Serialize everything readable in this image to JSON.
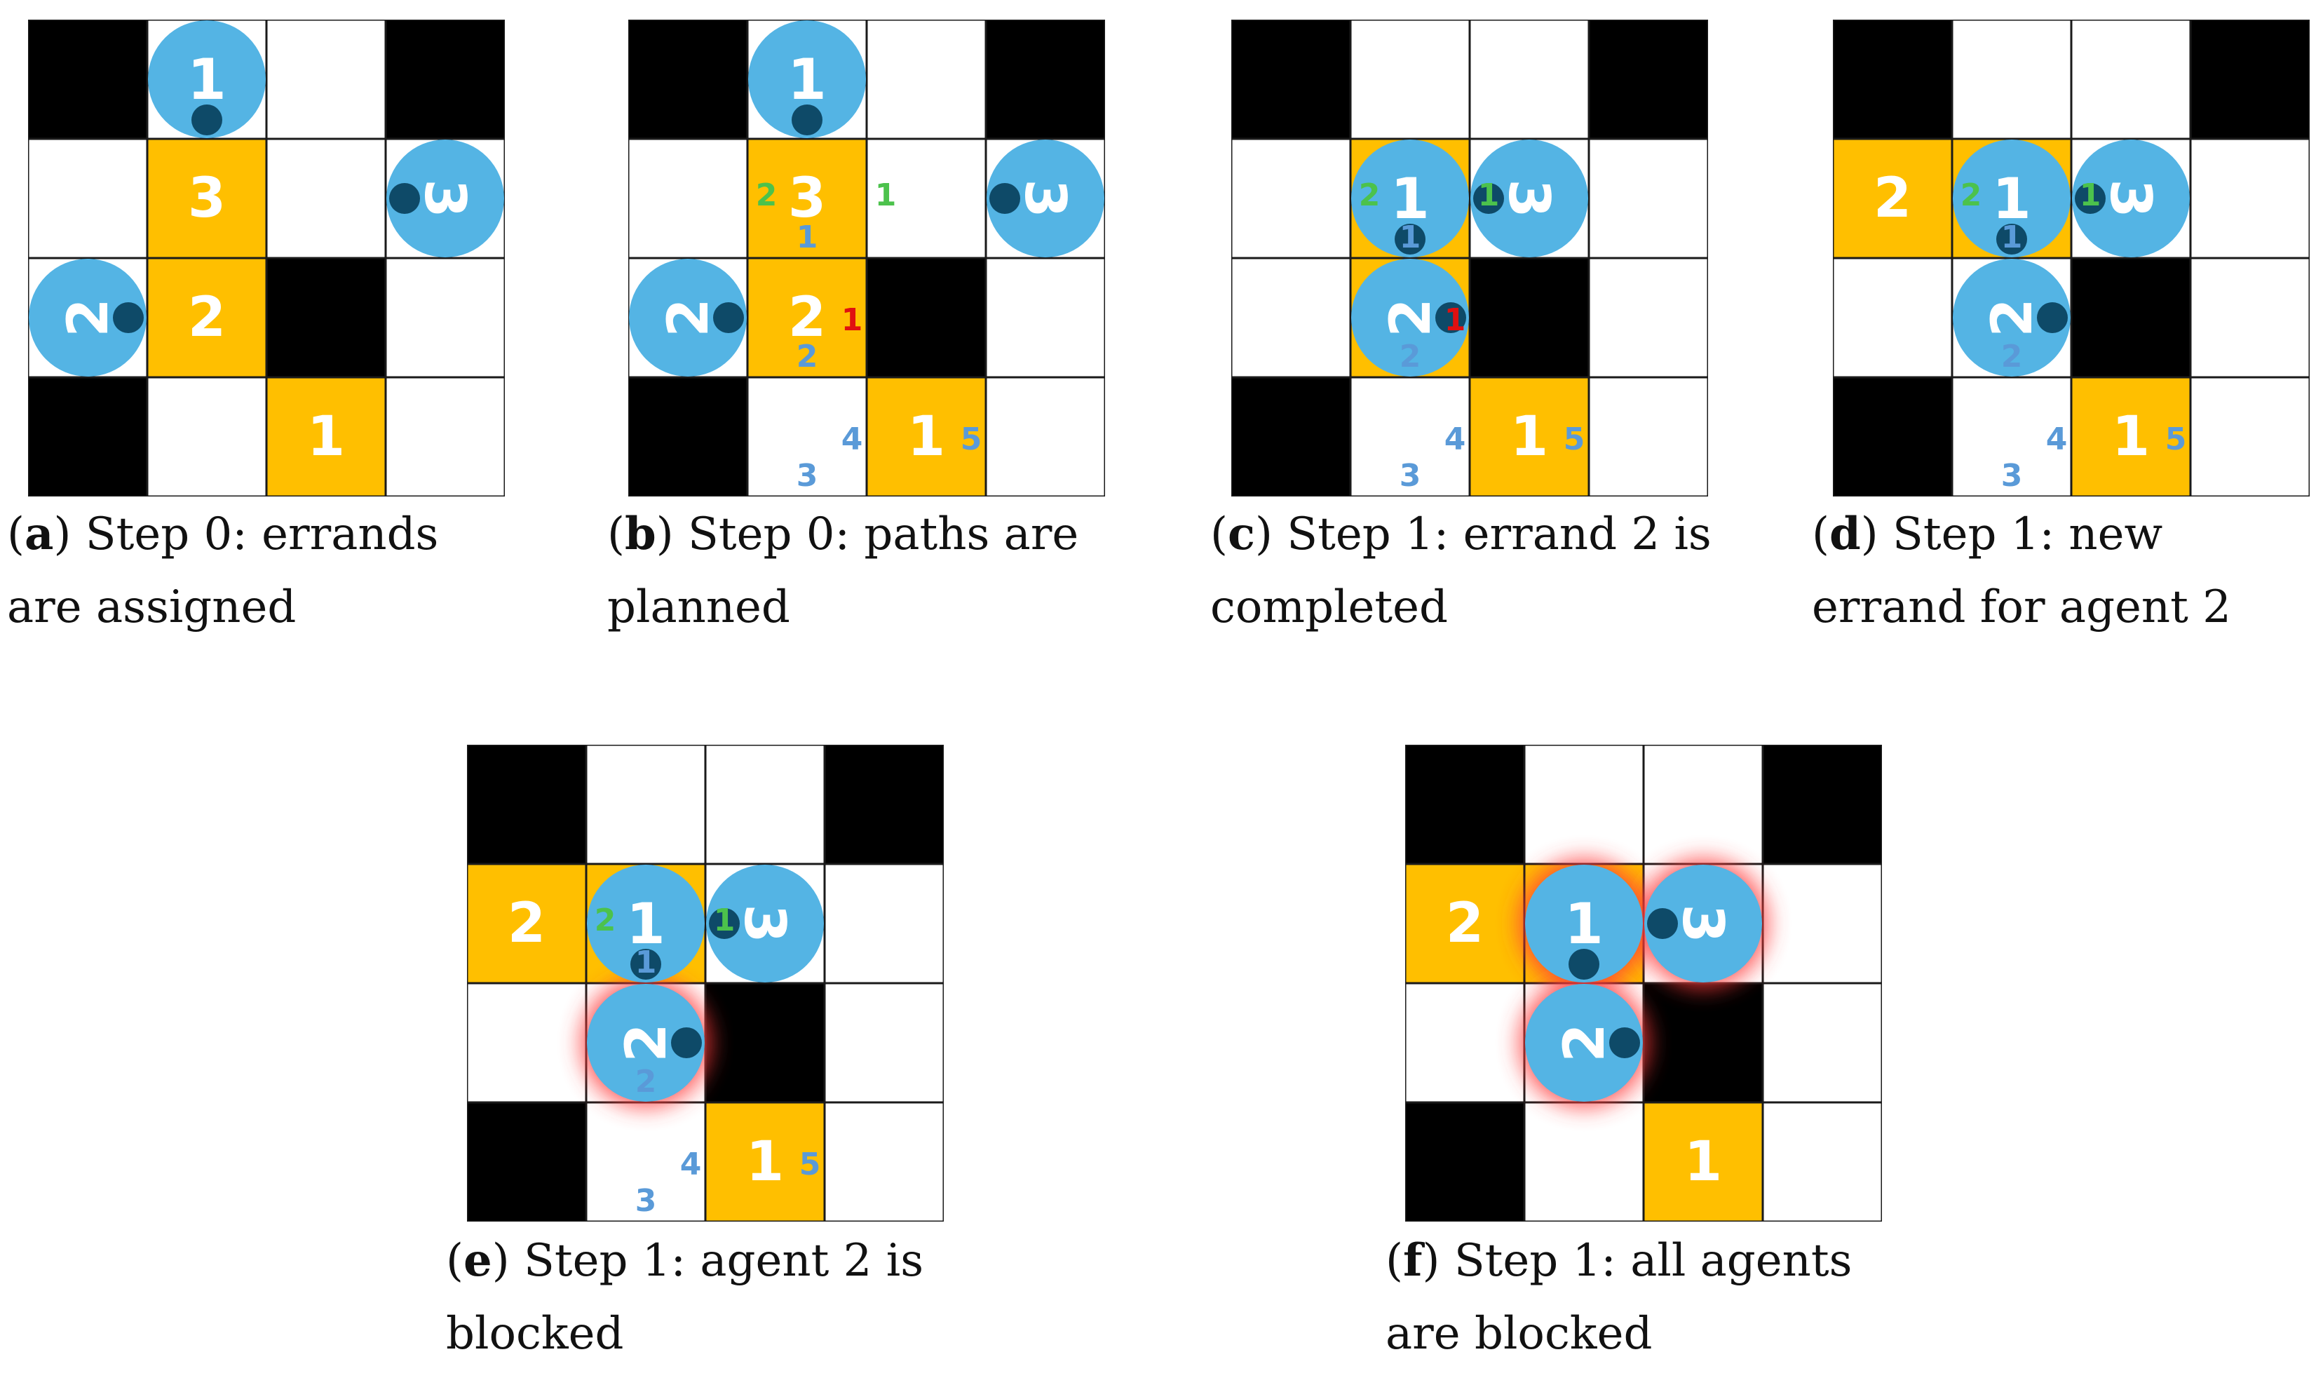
{
  "colors": {
    "obstacle": "#000000",
    "errand": "#FFBF00",
    "agent": "#54B4E4",
    "agent_dot": "#0E4A68",
    "free": "#FFFFFF",
    "path_blue": "#5A9AD8",
    "marker_green": "#4CC24C",
    "marker_red": "#E01010",
    "blocked_glow": "#FF3B3B"
  },
  "panels": [
    {
      "id": "a",
      "caption": {
        "letter": "a",
        "text": "Step 0: errands are assigned"
      },
      "black": [
        [
          0,
          0
        ],
        [
          0,
          3
        ],
        [
          3,
          0
        ],
        [
          2,
          2
        ]
      ],
      "errands": [
        {
          "r": 1,
          "c": 1,
          "label": "3"
        },
        {
          "r": 2,
          "c": 1,
          "label": "2"
        },
        {
          "r": 3,
          "c": 2,
          "label": "1"
        }
      ],
      "agents": [
        {
          "r": 0,
          "c": 1,
          "label": "1",
          "rot": 0,
          "dot": "bottom",
          "blocked": false
        },
        {
          "r": 1,
          "c": 3,
          "label": "3",
          "rot": 90,
          "dot": "left",
          "blocked": false
        },
        {
          "r": 2,
          "c": 0,
          "label": "2",
          "rot": 270,
          "dot": "right",
          "blocked": false
        }
      ],
      "marks": []
    },
    {
      "id": "b",
      "caption": {
        "letter": "b",
        "text": "Step 0: paths are planned"
      },
      "black": [
        [
          0,
          0
        ],
        [
          0,
          3
        ],
        [
          3,
          0
        ],
        [
          2,
          2
        ]
      ],
      "errands": [
        {
          "r": 1,
          "c": 1,
          "label": "3"
        },
        {
          "r": 2,
          "c": 1,
          "label": "2"
        },
        {
          "r": 3,
          "c": 2,
          "label": "1"
        }
      ],
      "agents": [
        {
          "r": 0,
          "c": 1,
          "label": "1",
          "rot": 0,
          "dot": "bottom",
          "blocked": false
        },
        {
          "r": 1,
          "c": 3,
          "label": "3",
          "rot": 90,
          "dot": "left",
          "blocked": false
        },
        {
          "r": 2,
          "c": 0,
          "label": "2",
          "rot": 270,
          "dot": "right",
          "blocked": false
        }
      ],
      "marks": [
        {
          "r": 1,
          "c": 1,
          "label": "2",
          "color": "green",
          "pos": "left"
        },
        {
          "r": 1,
          "c": 1,
          "label": "1",
          "color": "blue",
          "pos": "bottom"
        },
        {
          "r": 1,
          "c": 2,
          "label": "1",
          "color": "green",
          "pos": "left"
        },
        {
          "r": 2,
          "c": 1,
          "label": "1",
          "color": "red",
          "pos": "right"
        },
        {
          "r": 2,
          "c": 1,
          "label": "2",
          "color": "blue",
          "pos": "bottom"
        },
        {
          "r": 3,
          "c": 1,
          "label": "4",
          "color": "blue",
          "pos": "right"
        },
        {
          "r": 3,
          "c": 1,
          "label": "3",
          "color": "blue",
          "pos": "bottom"
        },
        {
          "r": 3,
          "c": 2,
          "label": "5",
          "color": "blue",
          "pos": "right"
        }
      ]
    },
    {
      "id": "c",
      "caption": {
        "letter": "c",
        "text": "Step 1: errand 2 is completed"
      },
      "black": [
        [
          0,
          0
        ],
        [
          0,
          3
        ],
        [
          3,
          0
        ],
        [
          2,
          2
        ]
      ],
      "errands": [
        {
          "r": 1,
          "c": 1,
          "label": ""
        },
        {
          "r": 2,
          "c": 1,
          "label": ""
        },
        {
          "r": 3,
          "c": 2,
          "label": "1"
        }
      ],
      "agents": [
        {
          "r": 1,
          "c": 1,
          "label": "1",
          "rot": 0,
          "dot": "bottom",
          "blocked": false
        },
        {
          "r": 1,
          "c": 2,
          "label": "3",
          "rot": 90,
          "dot": "left",
          "blocked": false
        },
        {
          "r": 2,
          "c": 1,
          "label": "2",
          "rot": 270,
          "dot": "right",
          "blocked": false
        }
      ],
      "marks": [
        {
          "r": 1,
          "c": 1,
          "label": "2",
          "color": "green",
          "pos": "left"
        },
        {
          "r": 1,
          "c": 1,
          "label": "1",
          "color": "blue",
          "pos": "bottom"
        },
        {
          "r": 1,
          "c": 2,
          "label": "1",
          "color": "green",
          "pos": "left"
        },
        {
          "r": 2,
          "c": 1,
          "label": "1",
          "color": "red",
          "pos": "right"
        },
        {
          "r": 2,
          "c": 1,
          "label": "2",
          "color": "blue",
          "pos": "bottom"
        },
        {
          "r": 3,
          "c": 1,
          "label": "4",
          "color": "blue",
          "pos": "right"
        },
        {
          "r": 3,
          "c": 1,
          "label": "3",
          "color": "blue",
          "pos": "bottom"
        },
        {
          "r": 3,
          "c": 2,
          "label": "5",
          "color": "blue",
          "pos": "right"
        }
      ]
    },
    {
      "id": "d",
      "caption": {
        "letter": "d",
        "text": "Step 1: new errand for agent 2"
      },
      "black": [
        [
          0,
          0
        ],
        [
          0,
          3
        ],
        [
          3,
          0
        ],
        [
          2,
          2
        ]
      ],
      "errands": [
        {
          "r": 1,
          "c": 0,
          "label": "2"
        },
        {
          "r": 1,
          "c": 1,
          "label": ""
        },
        {
          "r": 3,
          "c": 2,
          "label": "1"
        }
      ],
      "agents": [
        {
          "r": 1,
          "c": 1,
          "label": "1",
          "rot": 0,
          "dot": "bottom",
          "blocked": false
        },
        {
          "r": 1,
          "c": 2,
          "label": "3",
          "rot": 90,
          "dot": "left",
          "blocked": false
        },
        {
          "r": 2,
          "c": 1,
          "label": "2",
          "rot": 270,
          "dot": "right",
          "blocked": false
        }
      ],
      "marks": [
        {
          "r": 1,
          "c": 1,
          "label": "2",
          "color": "green",
          "pos": "left"
        },
        {
          "r": 1,
          "c": 1,
          "label": "1",
          "color": "blue",
          "pos": "bottom"
        },
        {
          "r": 1,
          "c": 2,
          "label": "1",
          "color": "green",
          "pos": "left"
        },
        {
          "r": 2,
          "c": 1,
          "label": "2",
          "color": "blue",
          "pos": "bottom"
        },
        {
          "r": 3,
          "c": 1,
          "label": "4",
          "color": "blue",
          "pos": "right"
        },
        {
          "r": 3,
          "c": 1,
          "label": "3",
          "color": "blue",
          "pos": "bottom"
        },
        {
          "r": 3,
          "c": 2,
          "label": "5",
          "color": "blue",
          "pos": "right"
        }
      ]
    },
    {
      "id": "e",
      "caption": {
        "letter": "e",
        "text": "Step 1: agent 2 is blocked"
      },
      "black": [
        [
          0,
          0
        ],
        [
          0,
          3
        ],
        [
          3,
          0
        ],
        [
          2,
          2
        ]
      ],
      "errands": [
        {
          "r": 1,
          "c": 0,
          "label": "2"
        },
        {
          "r": 1,
          "c": 1,
          "label": ""
        },
        {
          "r": 3,
          "c": 2,
          "label": "1"
        }
      ],
      "agents": [
        {
          "r": 1,
          "c": 1,
          "label": "1",
          "rot": 0,
          "dot": "bottom",
          "blocked": false
        },
        {
          "r": 1,
          "c": 2,
          "label": "3",
          "rot": 90,
          "dot": "left",
          "blocked": false
        },
        {
          "r": 2,
          "c": 1,
          "label": "2",
          "rot": 270,
          "dot": "right",
          "blocked": true
        }
      ],
      "marks": [
        {
          "r": 1,
          "c": 1,
          "label": "2",
          "color": "green",
          "pos": "left"
        },
        {
          "r": 1,
          "c": 1,
          "label": "1",
          "color": "blue",
          "pos": "bottom"
        },
        {
          "r": 1,
          "c": 2,
          "label": "1",
          "color": "green",
          "pos": "left"
        },
        {
          "r": 2,
          "c": 1,
          "label": "2",
          "color": "blue",
          "pos": "bottom"
        },
        {
          "r": 3,
          "c": 1,
          "label": "4",
          "color": "blue",
          "pos": "right"
        },
        {
          "r": 3,
          "c": 1,
          "label": "3",
          "color": "blue",
          "pos": "bottom"
        },
        {
          "r": 3,
          "c": 2,
          "label": "5",
          "color": "blue",
          "pos": "right"
        }
      ]
    },
    {
      "id": "f",
      "caption": {
        "letter": "f",
        "text": "Step 1: all agents are blocked"
      },
      "black": [
        [
          0,
          0
        ],
        [
          0,
          3
        ],
        [
          3,
          0
        ],
        [
          2,
          2
        ]
      ],
      "errands": [
        {
          "r": 1,
          "c": 0,
          "label": "2"
        },
        {
          "r": 1,
          "c": 1,
          "label": ""
        },
        {
          "r": 3,
          "c": 2,
          "label": "1"
        }
      ],
      "agents": [
        {
          "r": 1,
          "c": 1,
          "label": "1",
          "rot": 0,
          "dot": "bottom",
          "blocked": true
        },
        {
          "r": 1,
          "c": 2,
          "label": "3",
          "rot": 90,
          "dot": "left",
          "blocked": true
        },
        {
          "r": 2,
          "c": 1,
          "label": "2",
          "rot": 270,
          "dot": "right",
          "blocked": true
        }
      ],
      "marks": []
    }
  ]
}
